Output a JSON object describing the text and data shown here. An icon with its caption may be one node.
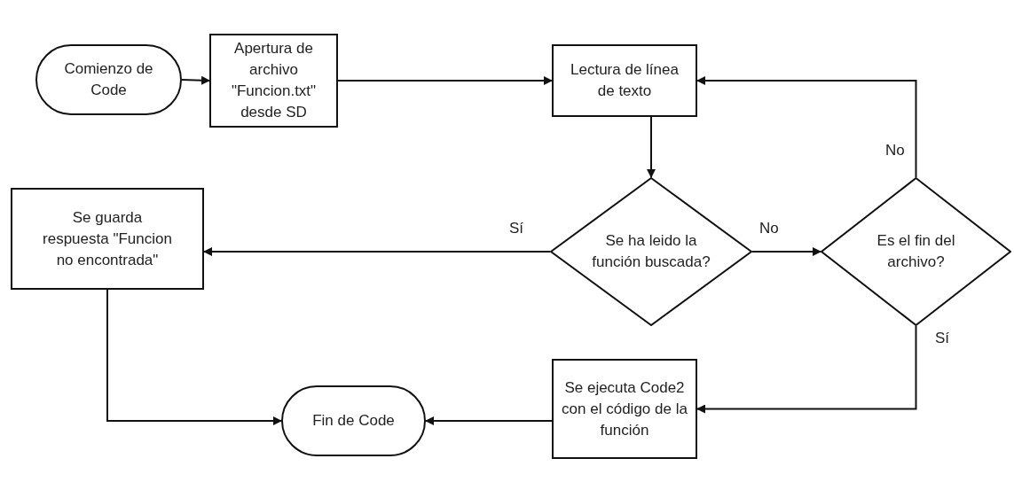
{
  "diagram": {
    "nodes": [
      {
        "text": [
          "Comienzo de Code"
        ]
      },
      {
        "text": [
          "Apertura de archivo \"Funcion.txt\" desde SD"
        ]
      },
      {
        "text": [
          "Lectura de línea de texto"
        ]
      },
      {
        "text": [
          "Se ha leido la función buscada?"
        ]
      },
      {
        "text": [
          "Es el fin del archivo?"
        ]
      },
      {
        "text": [
          "Se guarda respuesta \"Funcion no encontrada\""
        ]
      },
      {
        "text": [
          "Fin de Code"
        ]
      },
      {
        "text": [
          "Se ejecuta Code2 con el código de la función"
        ]
      }
    ],
    "edges": [
      {
        "from": 0,
        "to": 1,
        "arrow": "to"
      },
      {
        "from": 1,
        "to": 2,
        "arrow": "to"
      },
      {
        "from": 2,
        "to": 3,
        "arrow": "to"
      },
      {
        "from": 3,
        "to": 5,
        "arrow": "to",
        "label": "Sí"
      },
      {
        "from": 3,
        "to": 4,
        "arrow": "to",
        "label": "No"
      },
      {
        "from": 4,
        "to": 2,
        "arrow": "to",
        "label": "No"
      },
      {
        "from": 4,
        "to": 7,
        "arrow": "to",
        "label": "Sí"
      },
      {
        "from": 7,
        "to": 6,
        "arrow": "to"
      },
      {
        "from": 5,
        "to": 6,
        "arrow": "to"
      }
    ]
  }
}
